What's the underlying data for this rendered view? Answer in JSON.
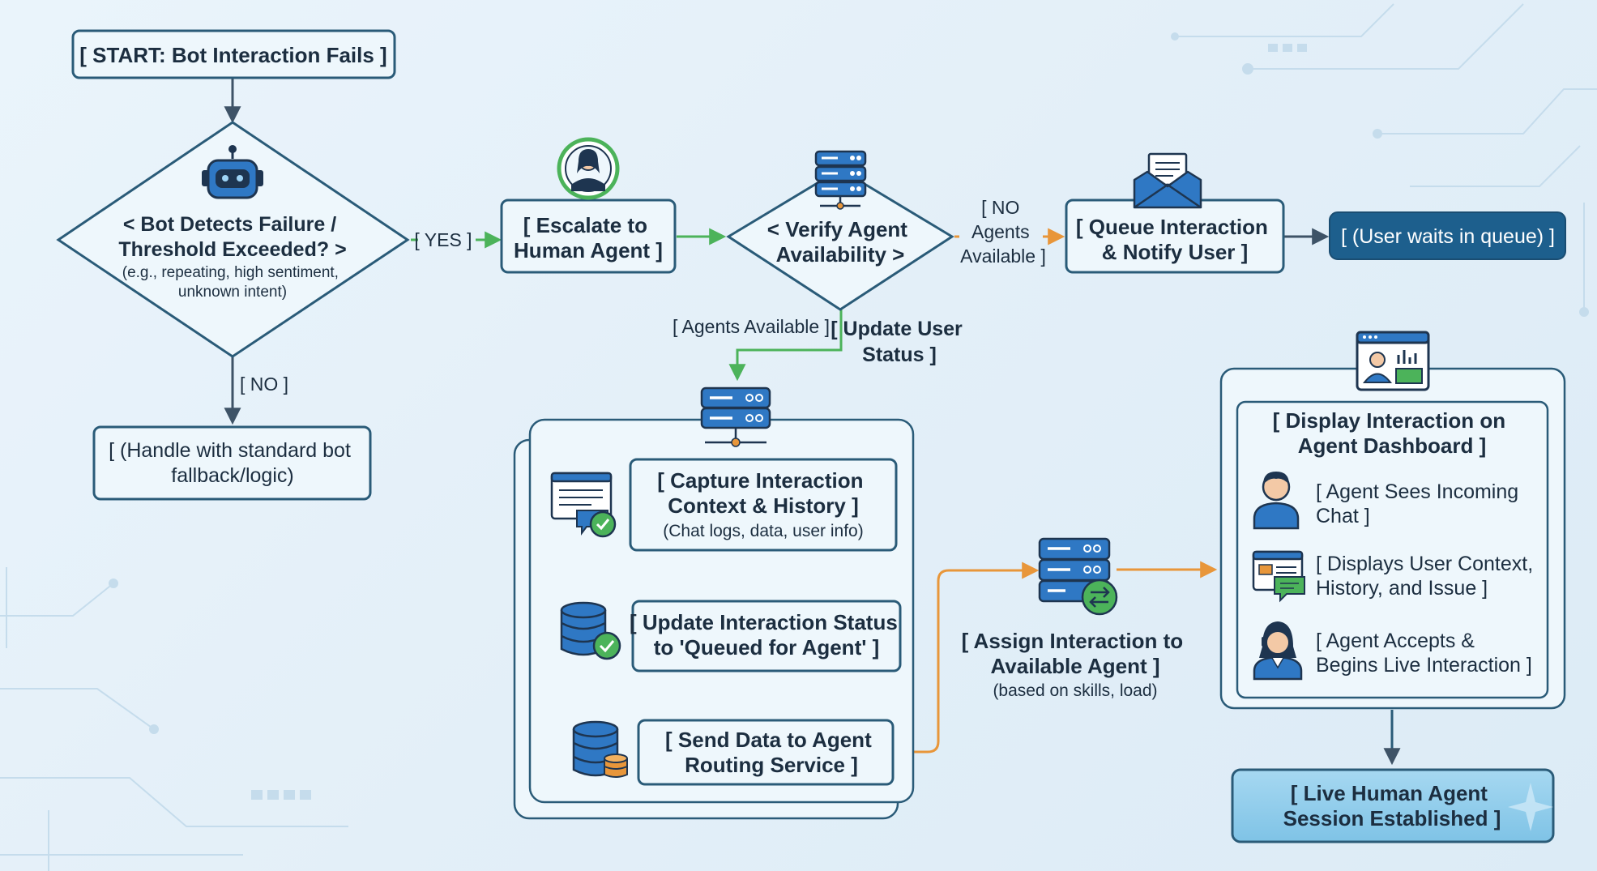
{
  "nodes": {
    "start": "[ START: Bot Interaction Fails ]",
    "decision1": [
      "< Bot Detects Failure /",
      "Threshold Exceeded? >"
    ],
    "decision1_sub": [
      "(e.g., repeating, high sentiment,",
      "unknown intent)"
    ],
    "fallback": [
      "[ (Handle with standard bot",
      "fallback/logic)"
    ],
    "escalate": [
      "[ Escalate to",
      "Human Agent ]"
    ],
    "decision2": [
      "< Verify Agent",
      "Availability >"
    ],
    "queue": [
      "[ Queue Interaction",
      "& Notify User ]"
    ],
    "waits": "[ (User waits in queue) ]",
    "capture": [
      "[ Capture Interaction",
      "Context & History ]"
    ],
    "capture_sub": "(Chat logs, data, user info)",
    "update_status": [
      "[ Update Interaction Status",
      "to 'Queued for Agent' ]"
    ],
    "send_data": [
      "[ Send Data to Agent",
      "Routing Service ]"
    ],
    "assign": [
      "[ Assign Interaction to",
      "Available Agent ]"
    ],
    "assign_sub": "(based on skills, load)",
    "display": [
      "[ Display Interaction on",
      "Agent Dashboard ]"
    ],
    "sees_chat": [
      "[ Agent Sees Incoming",
      "Chat ]"
    ],
    "displays_context": [
      "[ Displays User Context,",
      "History, and Issue ]"
    ],
    "accepts": [
      "[ Agent Accepts &",
      "Begins Live Interaction ]"
    ],
    "live": [
      "[ Live Human Agent",
      "Session Established ]"
    ]
  },
  "edges": {
    "yes": "[ YES ]",
    "no": "[ NO ]",
    "no_agents": [
      "[ NO",
      "Agents",
      "Available ]"
    ],
    "agents_available": "[ Agents Available ]",
    "update_user_status": [
      "[ Update User",
      "Status ]"
    ]
  },
  "icons": {
    "decision1": "robot-icon",
    "escalate": "agent-avatar-icon",
    "decision2": "server-icon",
    "queue": "envelope-icon",
    "group": "server-icon",
    "capture": "document-check-icon",
    "update_status": "database-check-icon",
    "send_data": "database-coins-icon",
    "assign": "server-transfer-icon",
    "display": "dashboard-icon",
    "sees_chat": "person-icon",
    "displays_context": "chat-window-icon",
    "accepts": "headset-agent-icon"
  },
  "colors": {
    "stroke": "#2a5b78",
    "arrow_dark": "#3e5367",
    "arrow_green": "#4cb35a",
    "arrow_orange": "#e8963a",
    "box_fill": "#eef7fc",
    "waits_fill": "#1d5f8d",
    "live_fill": "#8fcdec",
    "icon_blue": "#2f78c4",
    "icon_dark": "#1e3550"
  }
}
